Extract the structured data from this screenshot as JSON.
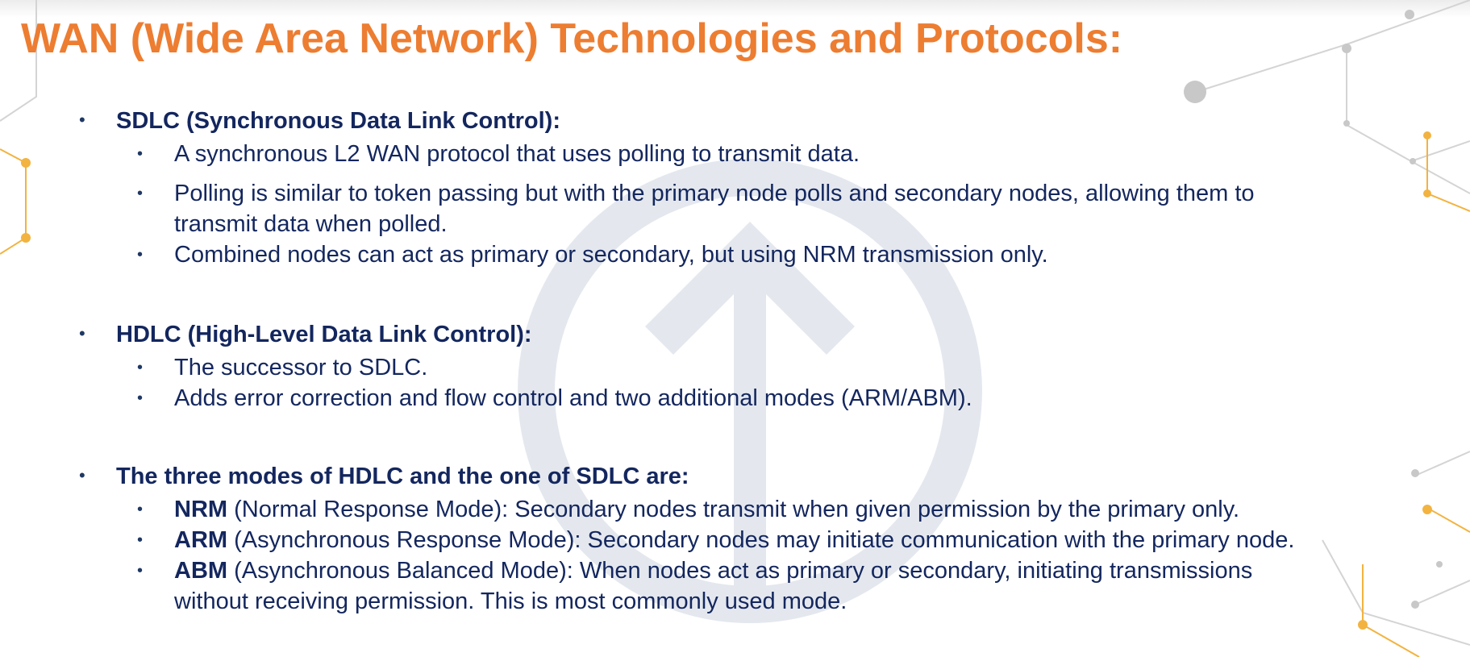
{
  "title": "WAN (Wide Area Network) Technologies and Protocols:",
  "colors": {
    "title": "#ED7D31",
    "body_text": "#13265E",
    "watermark": "#E4E8EE",
    "accent_decor": "#F2B340"
  },
  "bullet_glyph": "•",
  "sections": [
    {
      "heading": "SDLC (Synchronous Data Link Control):",
      "items": [
        {
          "text": "A synchronous L2 WAN protocol that uses polling to transmit data."
        },
        {
          "text": "Polling is similar to token passing but with the primary node polls and secondary nodes, allowing them to",
          "text_line2": "transmit data when polled."
        },
        {
          "text": "Combined nodes can act as primary or secondary, but using NRM transmission only."
        }
      ]
    },
    {
      "heading": "HDLC (High-Level Data Link Control):",
      "items": [
        {
          "text": "The successor to SDLC."
        },
        {
          "text": "Adds error correction and flow control and two additional modes (ARM/ABM)."
        }
      ]
    },
    {
      "heading": "The three modes of HDLC and the one of SDLC are:",
      "items": [
        {
          "bold": "NRM",
          "text": " (Normal Response Mode): Secondary nodes transmit when given permission by the primary only."
        },
        {
          "bold": "ARM",
          "text": " (Asynchronous Response Mode): Secondary nodes may initiate communication with the primary node."
        },
        {
          "bold": "ABM",
          "text": " (Asynchronous Balanced Mode): When nodes act as primary or secondary, initiating transmissions",
          "text_line2": "without receiving permission. This is most commonly used mode."
        }
      ]
    }
  ],
  "watermark": {
    "icon": "up-arrow-circle-icon"
  }
}
